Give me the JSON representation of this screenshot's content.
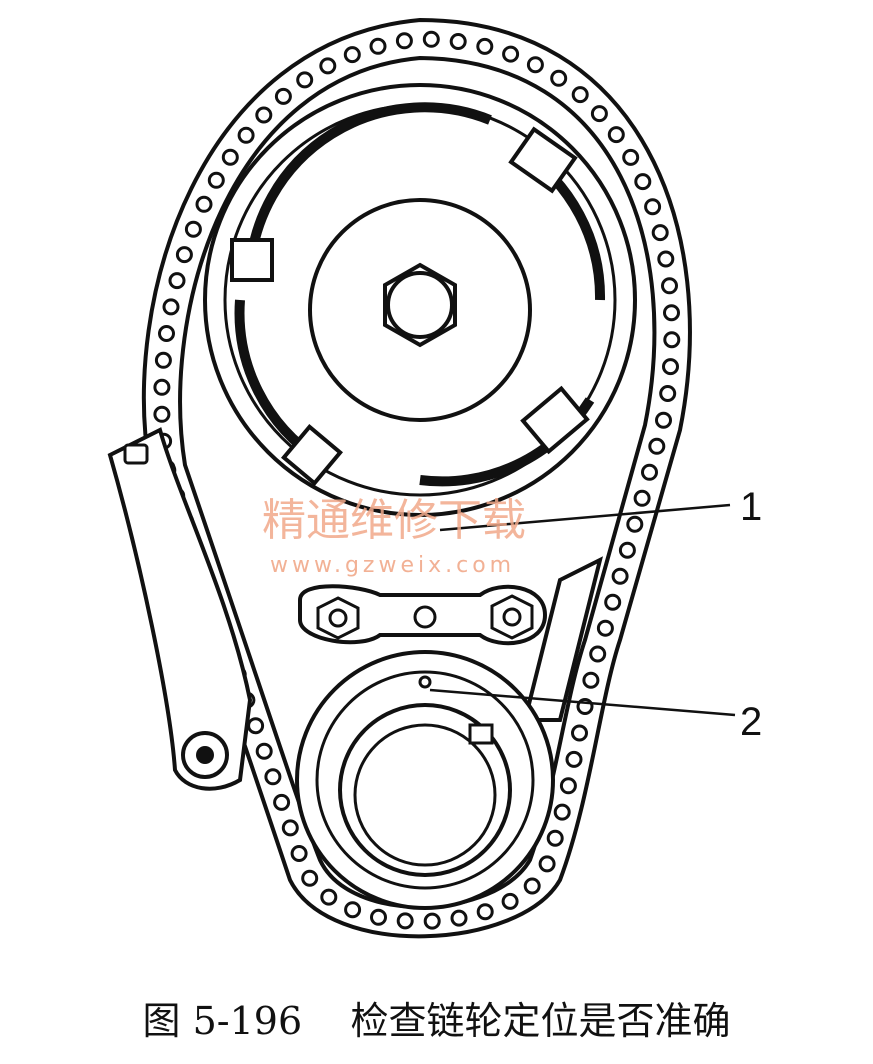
{
  "callouts": {
    "label_1": "1",
    "label_2": "2"
  },
  "watermark": {
    "site_name": "精通维修下载",
    "url": "www.gzweix.com"
  },
  "caption": "图 5-196    检查链轮定位是否准确"
}
